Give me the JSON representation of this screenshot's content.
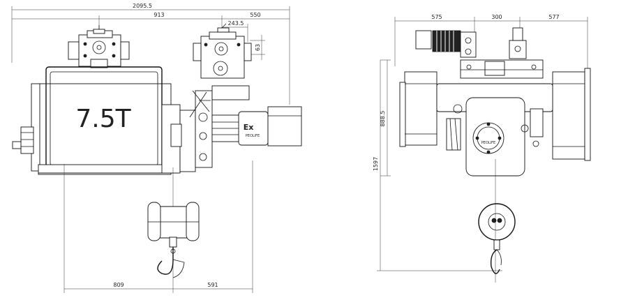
{
  "drawing": {
    "front_view": {
      "capacity_label": "7.5T",
      "ex_label": "Ex",
      "ex_sub": "PEOLIFE",
      "dims": {
        "overall_width": "2095.5",
        "d913": "913",
        "d550": "550",
        "d243": "243.5",
        "d63": "63",
        "d809": "809",
        "d591": "591"
      }
    },
    "side_view": {
      "dims": {
        "d575": "575",
        "d300": "300",
        "d577": "577",
        "d888": "888.5",
        "d1597": "1597"
      },
      "motor_label": "PEOLIFE"
    }
  }
}
